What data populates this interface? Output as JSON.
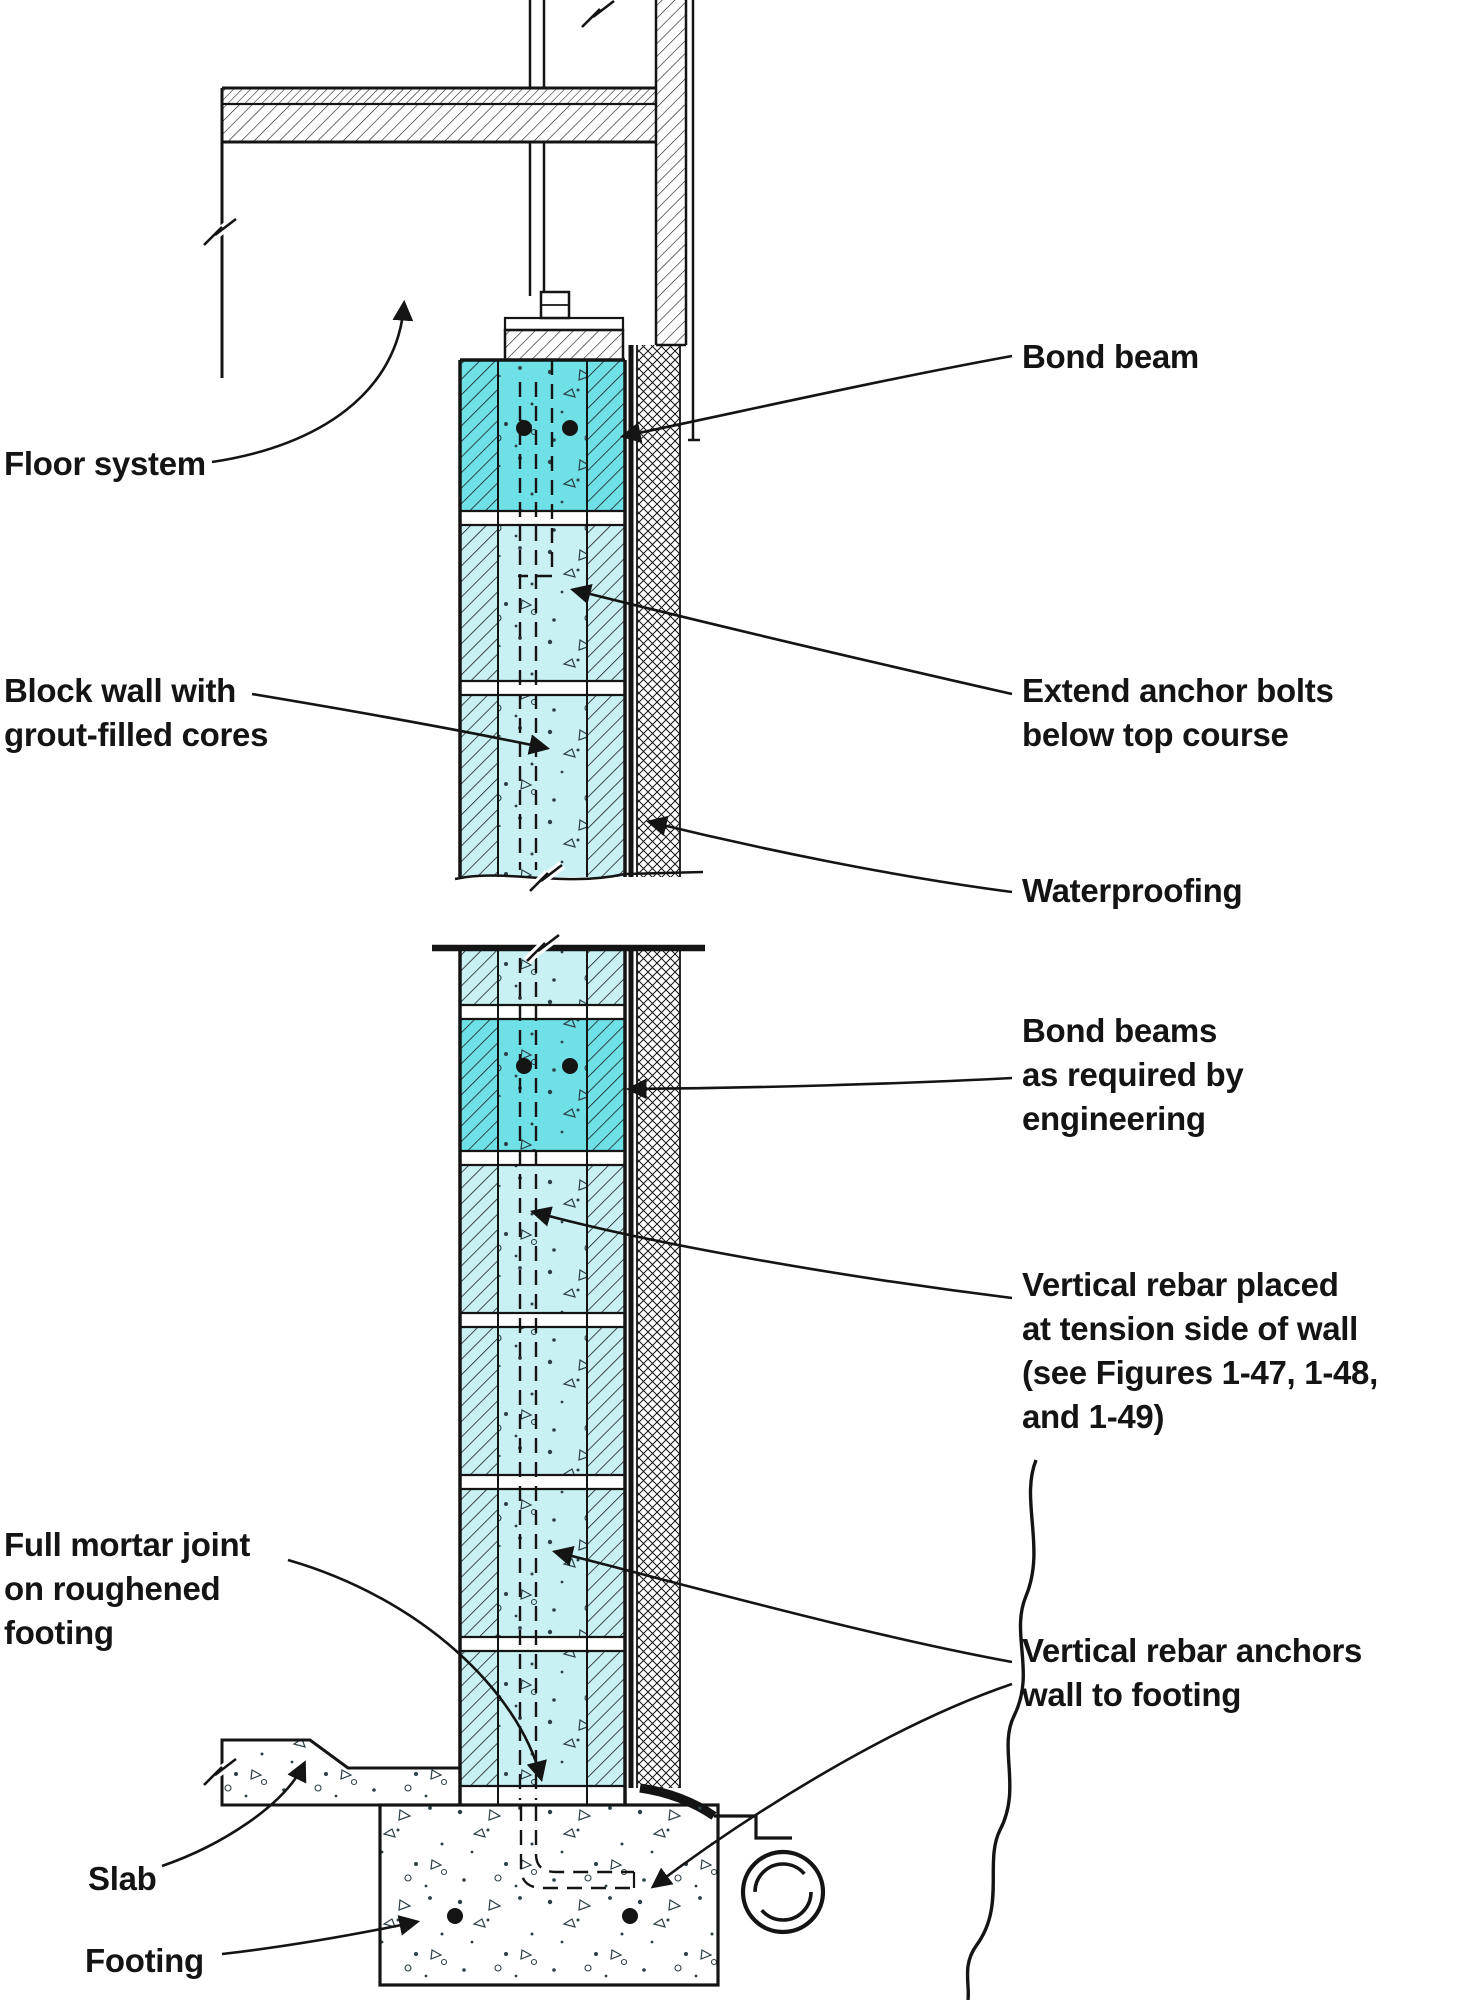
{
  "labels": {
    "floor_system": "Floor system",
    "bond_beam": "Bond beam",
    "block_wall": [
      "Block wall with",
      "grout-filled cores"
    ],
    "anchor_bolts": [
      "Extend anchor bolts",
      "below top course"
    ],
    "waterproofing": "Waterproofing",
    "bond_beams_required": [
      "Bond beams",
      "as required by",
      "engineering"
    ],
    "vertical_rebar_tension": [
      "Vertical rebar placed",
      "at tension side of wall",
      "(see Figures 1-47, 1-48,",
      "and 1-49)"
    ],
    "full_mortar_joint": [
      "Full mortar joint",
      "on roughened",
      "footing"
    ],
    "vertical_rebar_anchors": [
      "Vertical rebar anchors",
      "wall to footing"
    ],
    "slab": "Slab",
    "footing": "Footing"
  },
  "colors": {
    "ink": "#141414",
    "grout-light": "#c9f1f3",
    "grout-dark": "#6ee0e6",
    "paper": "#ffffff"
  }
}
